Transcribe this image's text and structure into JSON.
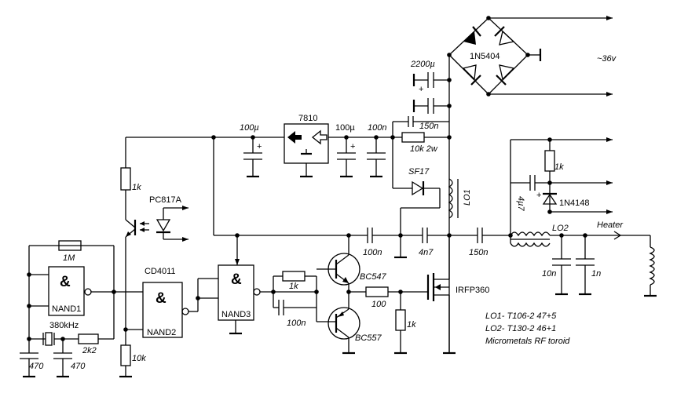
{
  "components": {
    "bridge_rectifier": "1N5404",
    "supply_voltage": "~36v",
    "bulk_cap": "2200µ",
    "regulator": "7810",
    "reg_in_cap": "100µ",
    "reg_out_cap": "100µ",
    "reg_out_cap2": "100n",
    "dropper_cap": "150n",
    "dropper_res": "10k 2w",
    "diode_sf17": "SF17",
    "inductor_lo1": "LO1",
    "inductor_lo2": "LO2",
    "heater": "Heater",
    "res_1k_upper": "1k",
    "optocoupler": "PC817A",
    "res_1k_right": "1k",
    "cap_4u7": "4µ7",
    "diode_1n4148": "1N4148",
    "res_1m": "1M",
    "nand_symbol": "&",
    "nand1": "NAND1",
    "nand2": "NAND2",
    "nand3": "NAND3",
    "logic_ic": "CD4011",
    "freq": "380kHz",
    "res_2k2": "2k2",
    "cap_470_a": "470",
    "cap_470_b": "470",
    "res_10k": "10k",
    "res_1k_base": "1k",
    "cap_100n_base": "100n",
    "npn": "BC547",
    "pnp": "BC557",
    "res_100": "100",
    "res_1k_gate": "1k",
    "mosfet": "IRFP360",
    "cap_100n_couple": "100n",
    "cap_4n7": "4n7",
    "cap_150n_out": "150n",
    "cap_10n": "10n",
    "cap_1n": "1n"
  },
  "notes": [
    "LO1- T106-2 47+5",
    "LO2- T130-2  46+1",
    "Micrometals RF toroid"
  ]
}
